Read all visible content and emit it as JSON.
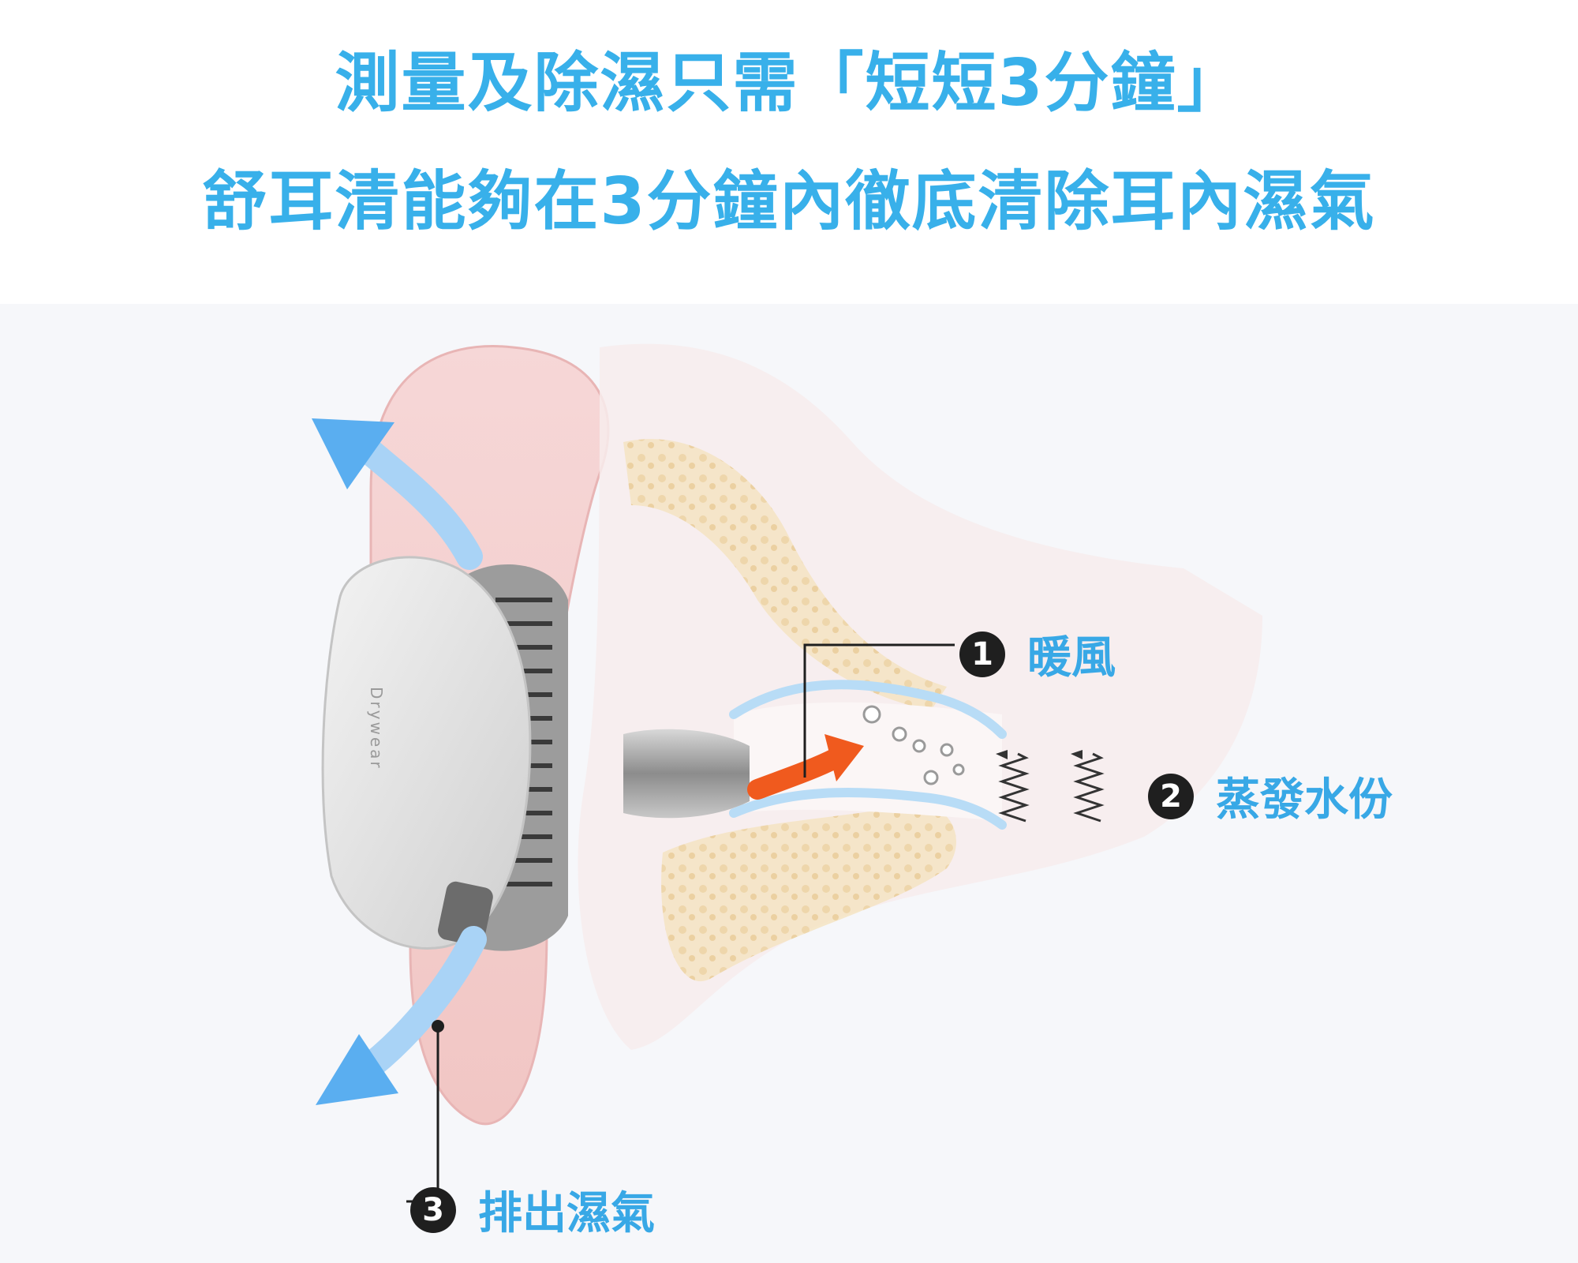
{
  "header": {
    "title_line1": "測量及除濕只需「短短3分鐘」",
    "title_line2": "舒耳清能夠在3分鐘內徹底清除耳內濕氣"
  },
  "device": {
    "brand_text": "Drywear"
  },
  "steps": [
    {
      "number": "1",
      "label": "暖風"
    },
    {
      "number": "2",
      "label": "蒸發水份"
    },
    {
      "number": "3",
      "label": "排出濕氣"
    }
  ],
  "colors": {
    "title": "#38b0ea",
    "label": "#38a8e6",
    "airflow": "#5aaef0",
    "warm_air": "#f05a1e",
    "badge": "#1f1f1f"
  }
}
